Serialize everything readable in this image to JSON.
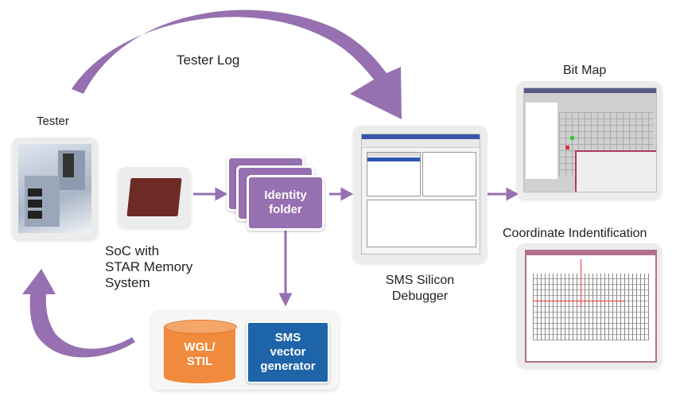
{
  "title": "Silicon debug flow",
  "colors": {
    "arrow": "#9670b0",
    "folder": "#9670b0",
    "database": "#f08a3c",
    "generator": "#1d64a8",
    "tile_bg": "#ececec"
  },
  "labels": {
    "tester_log": "Tester Log",
    "tester": "Tester",
    "soc_line1": "SoC with",
    "soc_line2": "STAR Memory",
    "soc_line3": "System",
    "identity_line1": "Identity",
    "identity_line2": "folder",
    "debugger_line1": "SMS Silicon",
    "debugger_line2": "Debugger",
    "bit_map": "Bit Map",
    "coord_id": "Coordinate Indentification",
    "wgl_line1": "WGL/",
    "wgl_line2": "STIL",
    "gen_line1": "SMS",
    "gen_line2": "vector",
    "gen_line3": "generator"
  },
  "icons": {
    "tester": "tester-machine-photo",
    "soc": "chip-die-photo",
    "database": "cylinder-database",
    "debugger": "software-window-screenshot",
    "bitmap": "bitmap-window-screenshot",
    "coord": "layout-window-screenshot"
  }
}
